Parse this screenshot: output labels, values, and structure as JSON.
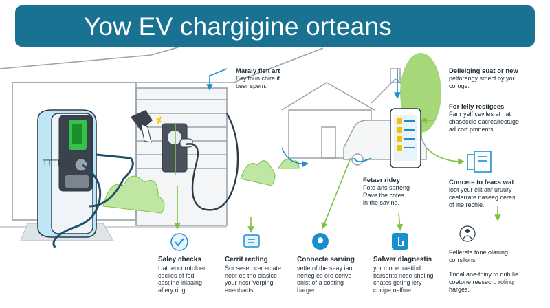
{
  "header": {
    "title": "Yow EV chargigine orteans",
    "bg_color": "#1a7293"
  },
  "colors": {
    "accent_blue": "#1a8fd0",
    "accent_green": "#7fc241",
    "line_dark": "#2e3a46",
    "charger_screen": "#35c24a"
  },
  "station": {
    "side_label": "ȚȚȚȚ"
  },
  "callouts": {
    "top_left": {
      "title": "Maraly flelt art",
      "lines": [
        "Beylfoun chire if",
        "beer spem."
      ]
    },
    "top_right": {
      "title": "Delielging suat or new",
      "lines": [
        "peltorengy smect oy yor",
        "coroge."
      ]
    },
    "right_mid": {
      "title": "For lelly resiigees",
      "lines": [
        "Fanr yelf ceviles at hat",
        "chaseccle eacrealrectuge",
        "ad cort pmnents."
      ]
    },
    "center": {
      "title": "Fetaer ridey",
      "lines": [
        "Fote-ans sarteng",
        "Rave the cotes",
        "in the saving."
      ]
    },
    "right_lower": {
      "title": "Concete to feacs wat",
      "lines": [
        "ioot yeur elit anf uruury",
        "ceelerrate naseeg ceres",
        "of ine rechie."
      ]
    },
    "bottom_right": {
      "title": "Fellerste tone olaning",
      "lines": [
        "corrsllons"
      ]
    },
    "bottom_right2": {
      "lines": [
        "Tnoal ane-tniny to drib lie",
        "coetone reesecrd roling",
        "harges."
      ]
    }
  },
  "steps": [
    {
      "title": "Saley checks",
      "icon": "hand-check-icon",
      "lines": [
        "Uat teocorotoloer",
        "coclies of fedl",
        "cestiine inlaaing",
        "afiery ring."
      ]
    },
    {
      "title": "Cerrit recting",
      "icon": "monitor-icon",
      "lines": [
        "Sor seserccer eclate",
        "neor ee tho elasice",
        "your nosr Verping",
        "enenhacts."
      ]
    },
    {
      "title": "Connecte sarving",
      "icon": "bulb-icon",
      "lines": [
        "vette of the seay ian",
        "nerteg es ore cerive",
        "onist of a coating",
        "barger."
      ]
    },
    {
      "title": "Safwer dlagnestis",
      "icon": "hand-touch-icon",
      "lines": [
        "yor moce trastihd",
        "barsents nese sholing",
        "chates geting lery",
        "cocipe nelfine."
      ]
    }
  ]
}
